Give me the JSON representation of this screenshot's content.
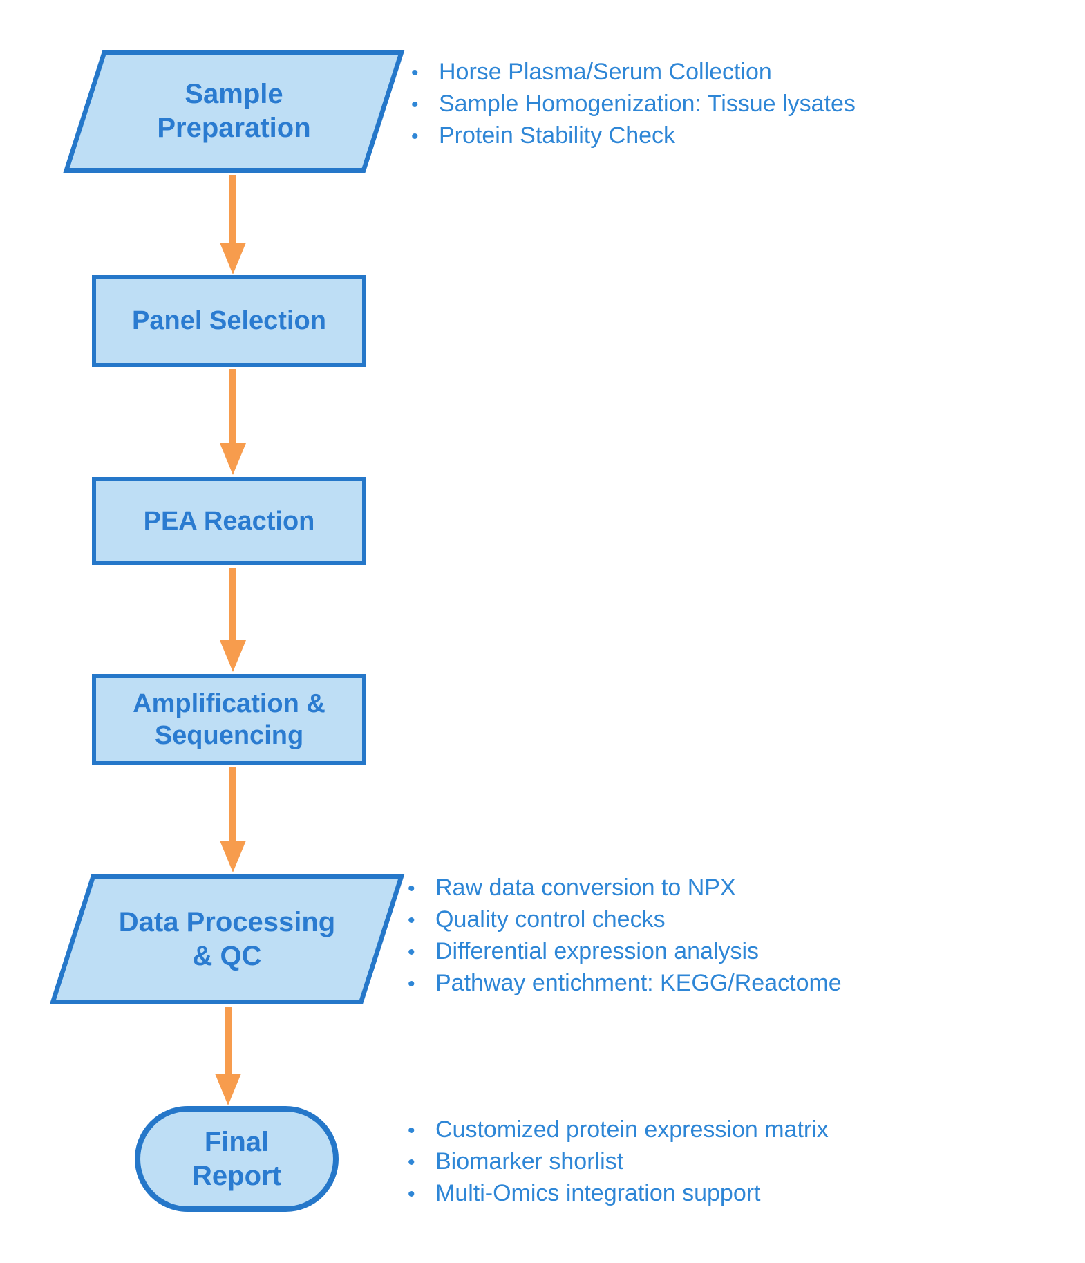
{
  "ui": {
    "bullet_char": "•"
  },
  "colors": {
    "background": "#ffffff",
    "shape_fill": "#bedef5",
    "shape_border": "#2577c9",
    "label_text": "#2a7bd0",
    "bullet_text": "#2e86d6",
    "arrow": "#f79c4d"
  },
  "flowchart": {
    "nodes": [
      {
        "id": "sample-preparation",
        "shape": "parallelogram",
        "lines": [
          "Sample",
          "Preparation"
        ]
      },
      {
        "id": "panel-selection",
        "shape": "rectangle",
        "lines": [
          "Panel Selection"
        ]
      },
      {
        "id": "pea-reaction",
        "shape": "rectangle",
        "lines": [
          "PEA Reaction"
        ]
      },
      {
        "id": "amplification-sequencing",
        "shape": "rectangle",
        "lines": [
          "Amplification &",
          "Sequencing"
        ]
      },
      {
        "id": "data-processing-qc",
        "shape": "parallelogram",
        "lines": [
          "Data Processing",
          "& QC"
        ]
      },
      {
        "id": "final-report",
        "shape": "rounded",
        "lines": [
          "Final",
          "Report"
        ]
      }
    ],
    "annotations": [
      {
        "anchor": "sample-preparation",
        "items": [
          "Horse Plasma/Serum Collection",
          "Sample Homogenization: Tissue lysates",
          "Protein Stability Check"
        ]
      },
      {
        "anchor": "data-processing-qc",
        "items": [
          "Raw data conversion to NPX",
          "Quality control checks",
          "Differential expression analysis",
          "Pathway entichment: KEGG/Reactome"
        ]
      },
      {
        "anchor": "final-report",
        "items": [
          "Customized protein expression matrix",
          "Biomarker shorlist",
          "Multi-Omics integration support"
        ]
      }
    ]
  }
}
